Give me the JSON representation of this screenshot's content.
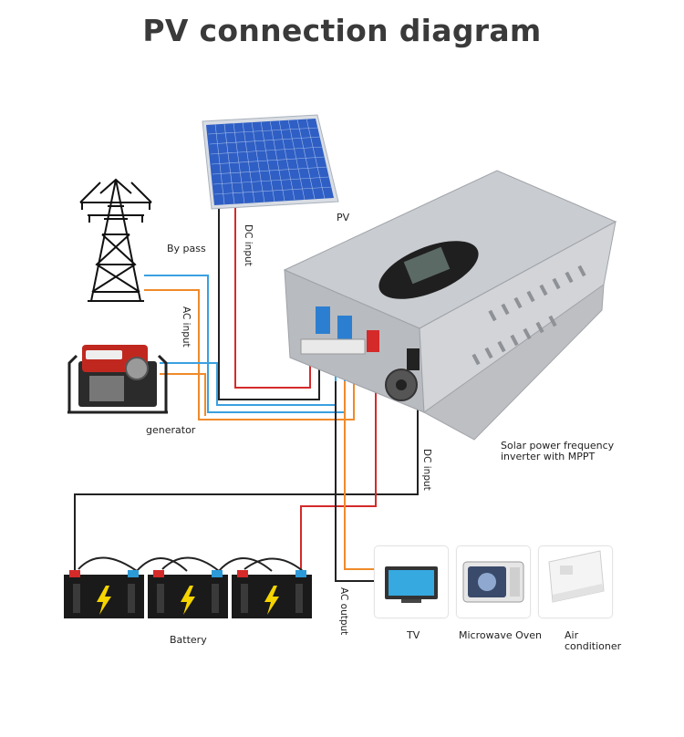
{
  "title": "PV connection diagram",
  "labels": {
    "pv": "PV",
    "bypass": "By pass",
    "dc_input_top": "DC input",
    "ac_input": "AC input",
    "generator": "generator",
    "inverter_line1": "Solar power frequency",
    "inverter_line2": "inverter with MPPT",
    "dc_input_right": "DC input",
    "battery": "Battery",
    "ac_output": "AC output",
    "tv": "TV",
    "microwave": "Microwave Oven",
    "ac_line1": "Air",
    "ac_line2": "conditioner"
  },
  "colors": {
    "title": "#3a3a3a",
    "wire_red": "#d42a2a",
    "wire_black": "#222222",
    "wire_blue": "#3aa0e0",
    "wire_orange": "#f08a2a",
    "battery_body": "#1a1a1a",
    "bolt": "#f5d400"
  },
  "icons": [
    "solar-panel-icon",
    "power-tower-icon",
    "generator-icon",
    "inverter-icon",
    "battery-icon",
    "tv-icon",
    "microwave-icon",
    "air-conditioner-icon"
  ]
}
